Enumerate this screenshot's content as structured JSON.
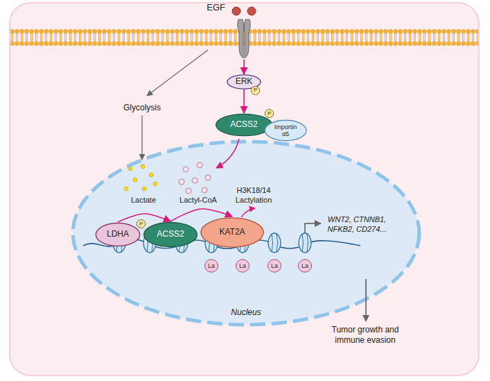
{
  "diagram": {
    "nodes": [
      {
        "text": [
          "EGF"
        ]
      },
      {
        "text": [
          "ERK"
        ]
      },
      {
        "text": [
          "P"
        ],
        "in": 1
      },
      {
        "text": [
          "ACSS2"
        ]
      },
      {
        "text": [
          "P"
        ],
        "in": 3
      },
      {
        "text": [
          "Importin α5"
        ]
      },
      {
        "text": [
          "Nucleus"
        ]
      },
      {
        "text": [
          "LDHA"
        ],
        "in": 6
      },
      {
        "text": [
          "P"
        ],
        "in": 7
      },
      {
        "text": [
          "ACSS2"
        ],
        "in": 6
      },
      {
        "text": [
          "KAT2A"
        ],
        "in": 6
      },
      {
        "text": [
          "La"
        ],
        "in": 6
      },
      {
        "text": [
          "La"
        ],
        "in": 6
      },
      {
        "text": [
          "La"
        ],
        "in": 6
      },
      {
        "text": [
          "La"
        ],
        "in": 6
      }
    ],
    "edges": [
      {
        "from": 0,
        "to": 1,
        "arrow": "to"
      },
      {
        "from": 1,
        "to": 3,
        "arrow": "to"
      },
      {
        "from": 7,
        "to": 9,
        "arrow": "to"
      },
      {
        "from": 9,
        "to": 10,
        "arrow": "to"
      }
    ],
    "labels": [
      "Glycolysis",
      "Lactate",
      "Lactyl-CoA",
      "H3K18/14 Lactylation",
      "WNT2, CTNNB1, NFKB2, CD274...",
      "Tumor growth and immune evasion"
    ]
  }
}
